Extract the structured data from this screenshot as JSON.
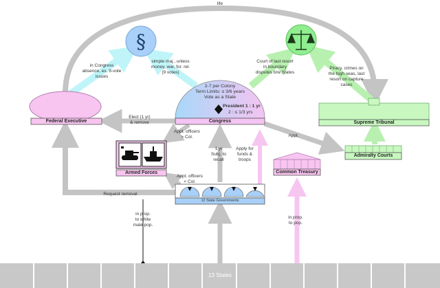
{
  "top_arc_label": "life",
  "congress": {
    "title": "Congress",
    "lines": "2-7 per Colony\nTerm Limits: ≤ 3/6 years\nVote as a State",
    "president_line1": "President  1 : 1 yr",
    "president_line2": "2 : ≤ 1/3 yrs"
  },
  "federal_executive": "Federal Executive",
  "supreme_tribunal": "Supreme Tribunal",
  "admiralty_courts": "Admiralty Courts",
  "armed_forces": "Armed Forces",
  "common_treasury": "Common Treasury",
  "state_governments": "12 State Governments",
  "states": "13 States",
  "labels": {
    "in_congress": "in Congress\nabsence, ex. 9-vote\nissues",
    "simple_maj": "simple maj., unless\nmoney, war, for. rel.\n(9 votes)",
    "court_last_resort": "Court of last resort\nin boundary\ndisputes b/w States",
    "piracy": "Piracy, crimes on\nthe high seas, last\nresort on capture\ncases",
    "elect": "Elect (1 yr)\n& remove",
    "appt_officers_col": "Appt. officers\n> Col.",
    "appt": "Appt.",
    "one_yr": "1 yr\nSubj. to\nrecall",
    "apply_for": "Apply for\nfunds &\ntroops",
    "appt_officers_col2": "Appt. officers\n< Col.",
    "request_removal": "Request removal",
    "in_prop_white": "in prop.\nto white\nmale pop.",
    "in_prop_pop": "in prop.\nto pop."
  },
  "icons": {
    "law": "section-sign-icon",
    "justice": "scales-icon",
    "army": "tank-icon",
    "navy": "warship-icon",
    "treasury": "building-icon",
    "court": "columned-building-icon"
  },
  "colors": {
    "arrow_gray": "#c4c4c4",
    "cyan": "#bff5f8",
    "green": "#b8f0b0",
    "pink": "#f6c6f0",
    "executive": "#f8c4f0",
    "congress_blue": "#a8d8f8",
    "state_gray": "#c8c8c8"
  }
}
